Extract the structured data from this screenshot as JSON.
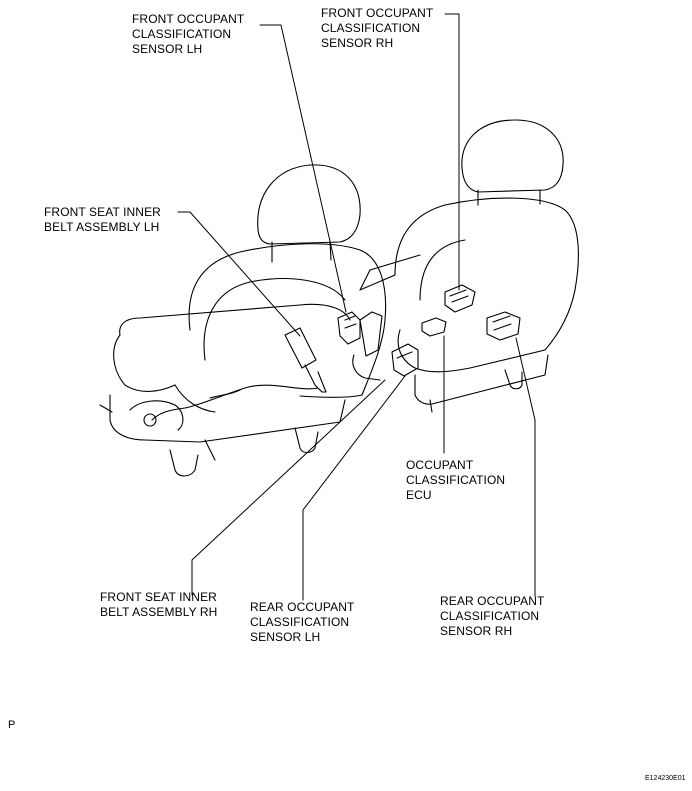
{
  "callouts": {
    "front_sensor_lh": [
      "FRONT OCCUPANT",
      "CLASSIFICATION",
      "SENSOR LH"
    ],
    "front_sensor_rh": [
      "FRONT OCCUPANT",
      "CLASSIFICATION",
      "SENSOR RH"
    ],
    "front_belt_lh": [
      "FRONT SEAT INNER",
      "BELT ASSEMBLY LH"
    ],
    "ecu": [
      "OCCUPANT",
      "CLASSIFICATION",
      "ECU"
    ],
    "front_belt_rh": [
      "FRONT SEAT INNER",
      "BELT ASSEMBLY RH"
    ],
    "rear_sensor_lh": [
      "REAR OCCUPANT",
      "CLASSIFICATION",
      "SENSOR LH"
    ],
    "rear_sensor_rh": [
      "REAR OCCUPANT",
      "CLASSIFICATION",
      "SENSOR RH"
    ]
  },
  "corner_marker": "P",
  "figure_code": "E124230E01",
  "colors": {
    "ink": "#000000",
    "background": "#ffffff"
  }
}
